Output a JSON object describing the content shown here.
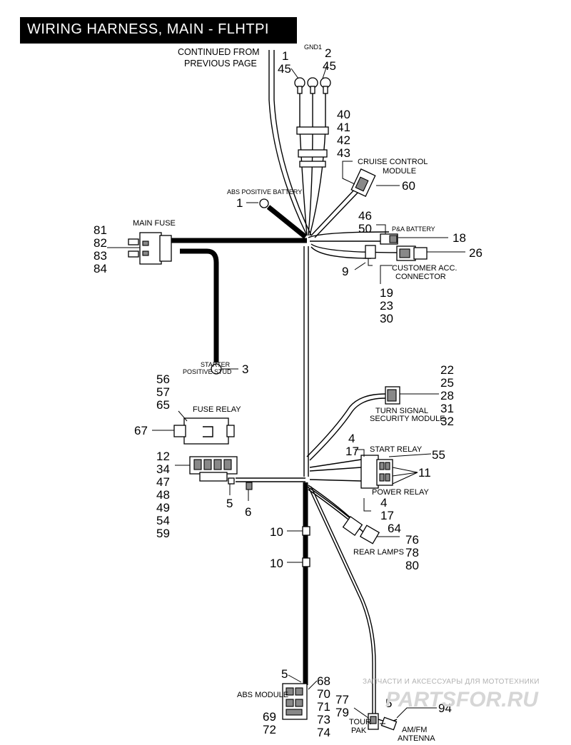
{
  "title": "WIRING HARNESS, MAIN - FLHTPI",
  "labels": {
    "continued_1": "CONTINUED FROM",
    "continued_2": "PREVIOUS PAGE",
    "gnd": "GND1",
    "cruise_1": "CRUISE CONTROL",
    "cruise_2": "MODULE",
    "abs_battery": "ABS POSITIVE BATTERY",
    "main_fuse": "MAIN FUSE",
    "pa_battery": "P&A BATTERY",
    "customer_1": "CUSTOMER ACC.",
    "customer_2": "CONNECTOR",
    "starter_1": "STARTER",
    "starter_2": "POSITIVE STUD",
    "fuse_relay": "FUSE RELAY",
    "tssm_1": "TURN SIGNAL",
    "tssm_2": "SECURITY MODULE",
    "start_relay": "START RELAY",
    "power_relay": "POWER RELAY",
    "rear_lamps": "REAR LAMPS",
    "abs_module": "ABS MODULE",
    "tour_1": "TOUR",
    "tour_2": "PAK",
    "antenna_1": "AM/FM",
    "antenna_2": "ANTENNA"
  },
  "callouts": {
    "gnd_left": [
      "1",
      "45"
    ],
    "gnd_right": [
      "2",
      "45"
    ],
    "cruise": [
      "40",
      "41",
      "42",
      "43"
    ],
    "cruise_module": "60",
    "abs_battery": "1",
    "main_fuse": [
      "81",
      "82",
      "83",
      "84"
    ],
    "pa_battery": [
      "46",
      "50"
    ],
    "pa_connector": "18",
    "customer_connector": "26",
    "clip": "9",
    "customer_parts": [
      "19",
      "23",
      "30"
    ],
    "starter": "3",
    "fuse_relay_parts": [
      "56",
      "57",
      "65"
    ],
    "fuse_relay": "67",
    "tssm": [
      "22",
      "25",
      "28",
      "31",
      "32"
    ],
    "fuse_block": [
      "12",
      "34",
      "47",
      "48",
      "49",
      "54",
      "59"
    ],
    "start_relay": [
      "4",
      "17"
    ],
    "relay_55": "55",
    "relay_11": "11",
    "power_relay": [
      "4",
      "17"
    ],
    "ring_5": "5",
    "ring_6": "6",
    "rear_lamps_64": "64",
    "rear_lamps": [
      "76",
      "78",
      "80"
    ],
    "tie_upper": "10",
    "tie_lower": "10",
    "abs_module_5": "5",
    "abs_module_right": [
      "68",
      "70",
      "71",
      "73"
    ],
    "abs_module_left": "69",
    "abs_module_left_b": "72",
    "abs_module_right_b": "74",
    "tour_pak_left": [
      "77",
      "79"
    ],
    "tour_pak_5": "5",
    "antenna": "94"
  },
  "watermark": {
    "line1": "ЗАПЧАСТИ И АКСЕССУАРЫ ДЛЯ МОТОТЕХНИКИ",
    "line2": "PARTSFOR.RU"
  }
}
